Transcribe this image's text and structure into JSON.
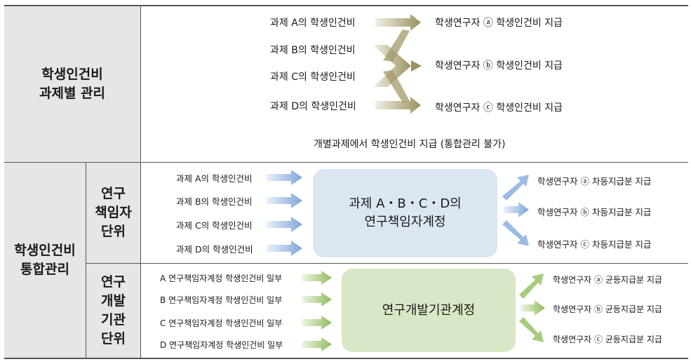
{
  "colors": {
    "header_bg": "#e6e6e6",
    "border": "#555555",
    "arrow_olive": "#a39a6a",
    "arrow_blue": "#8fb1dc",
    "arrow_green": "#9fc372",
    "box_blue": "#dbe6f3",
    "box_green": "#d8e7c5"
  },
  "section1": {
    "header": "학생인건비\n과제별 관리",
    "sources": [
      "과제 A의 학생인건비",
      "과제 B의 학생인건비",
      "과제 C의 학생인건비",
      "과제 D의 학생인건비"
    ],
    "targets": [
      "학생연구자 ⓐ 학생인건비 지급",
      "학생연구자 ⓑ 학생인건비 지급",
      "학생연구자 ⓒ 학생인건비 지급"
    ],
    "note": "개별과제에서 학생인건비 지급 (통합관리 불가)"
  },
  "section2": {
    "header": "학생인건비\n통합관리",
    "researcher": {
      "label": "연구\n책임자\n단위",
      "sources": [
        "과제 A의 학생인건비",
        "과제 B의 학생인건비",
        "과제 C의 학생인건비",
        "과제 D의 학생인건비"
      ],
      "box": "과제 A・B・C・D의\n연구책임자계정",
      "targets": [
        "학생연구자 ⓐ 차등지급분 지급",
        "학생연구자 ⓑ 차등지급분 지급",
        "학생연구자 ⓒ 차등지급분 지급"
      ]
    },
    "institution": {
      "label": "연구\n개발\n기관\n단위",
      "sources": [
        "A 연구책임자계정 학생인건비 일부",
        "B 연구책임자계정 학생인건비 일부",
        "C 연구책임자계정 학생인건비 일부",
        "D 연구책임자계정 학생인건비 일부"
      ],
      "box": "연구개발기관계정",
      "targets": [
        "학생연구자 ⓐ 균등지급분 지급",
        "학생연구자 ⓑ 균등지급분 지급",
        "학생연구자 ⓒ 균등지급분 지급"
      ]
    }
  }
}
